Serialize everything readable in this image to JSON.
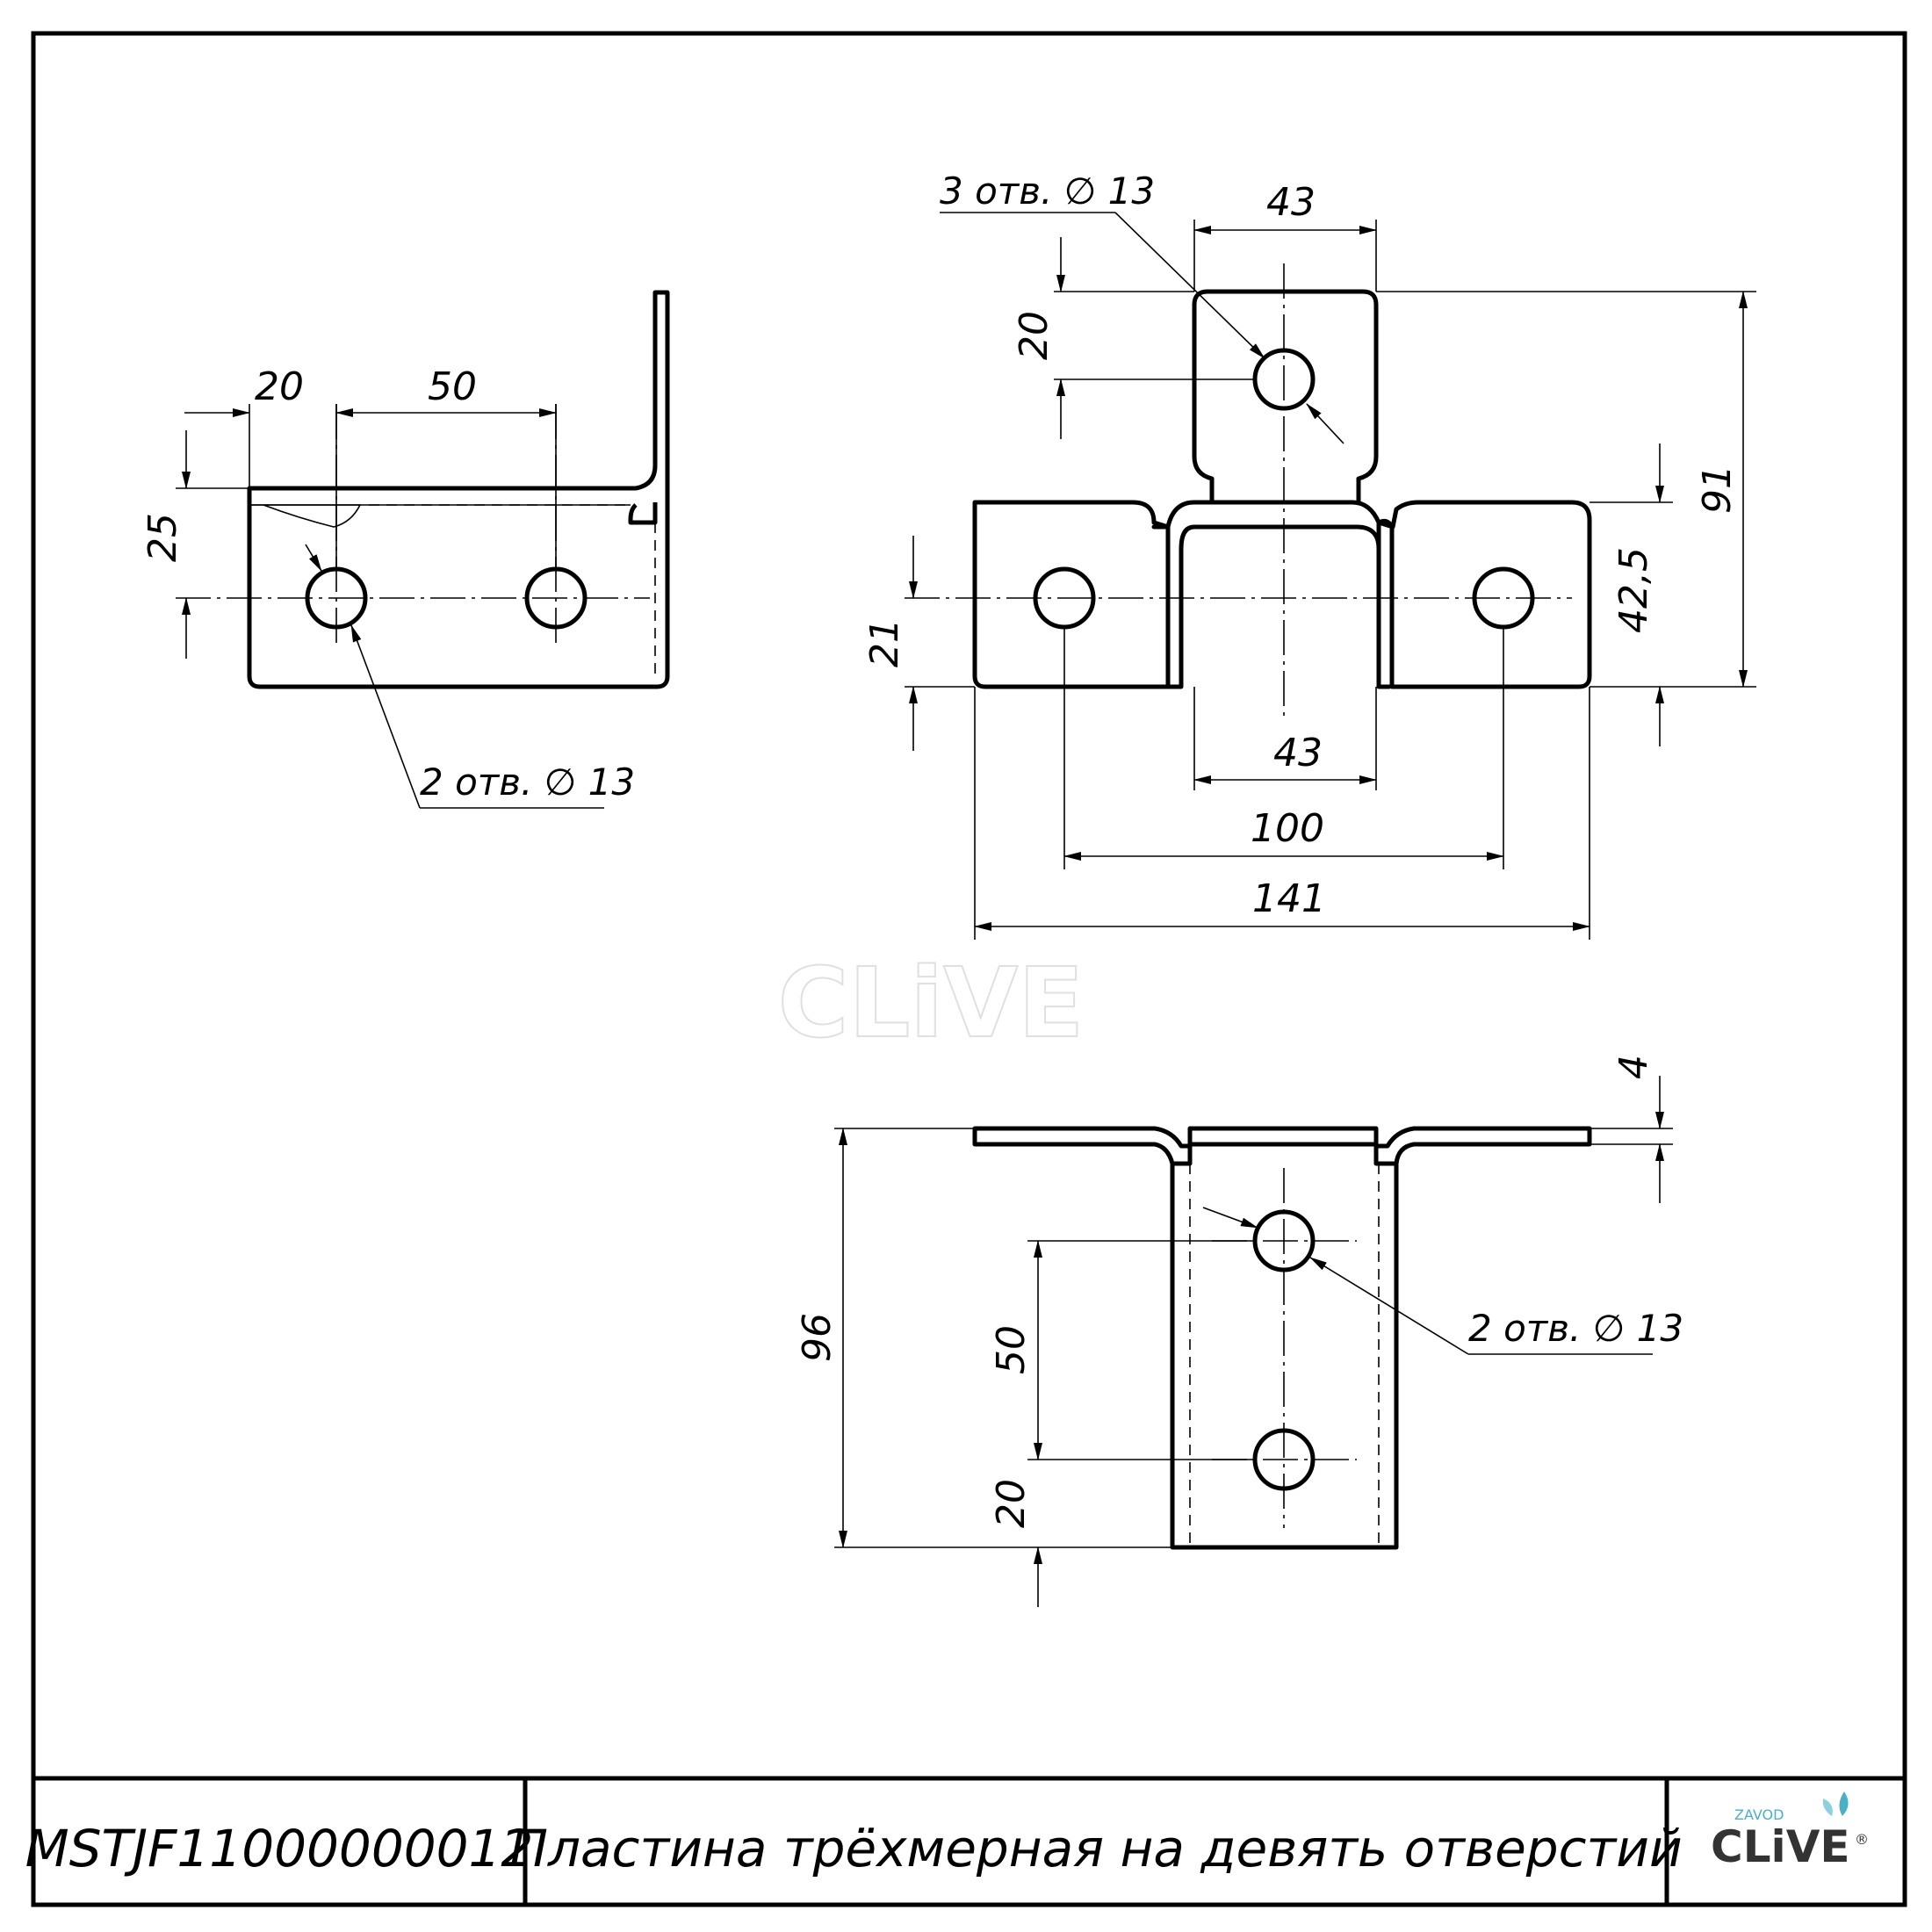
{
  "title_block": {
    "code": "MSTJF11000000012",
    "name": "Пластина трёхмерная на девять отверстий",
    "logo": {
      "top": "ZAVOD",
      "main": "CLiVE",
      "mark": "®"
    }
  },
  "watermark": "CLiVE",
  "views": {
    "side": {
      "dims": {
        "left_offset": "20",
        "hole_spacing": "50",
        "hole_height": "25"
      },
      "hole_note": "2 отв. ∅ 13"
    },
    "top": {
      "dims": {
        "tab_width": "43",
        "tab_hole_offset": "20",
        "total_height": "91",
        "base_height": "42,5",
        "side_hole_height": "21",
        "channel_width": "43",
        "hole_spacing": "100",
        "total_width": "141"
      },
      "hole_note": "3 отв. ∅ 13"
    },
    "front": {
      "dims": {
        "thickness": "4",
        "total_height": "96",
        "hole_spacing": "50",
        "hole_bottom": "20"
      },
      "hole_note": "2 отв. ∅ 13"
    }
  }
}
